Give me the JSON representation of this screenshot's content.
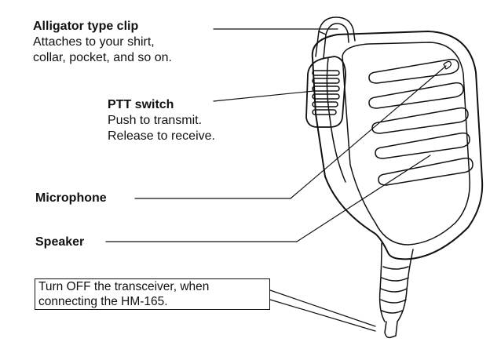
{
  "labels": {
    "clip": {
      "title": "Alligator type clip",
      "lines": [
        "Attaches to your shirt,",
        "collar, pocket, and so on."
      ]
    },
    "ptt": {
      "title": "PTT switch",
      "lines": [
        "Push to transmit.",
        "Release to receive."
      ]
    },
    "microphone": {
      "title": "Microphone"
    },
    "speaker": {
      "title": "Speaker"
    }
  },
  "note": {
    "lines": [
      "Turn OFF the transceiver, when",
      "connecting the HM-165."
    ]
  }
}
